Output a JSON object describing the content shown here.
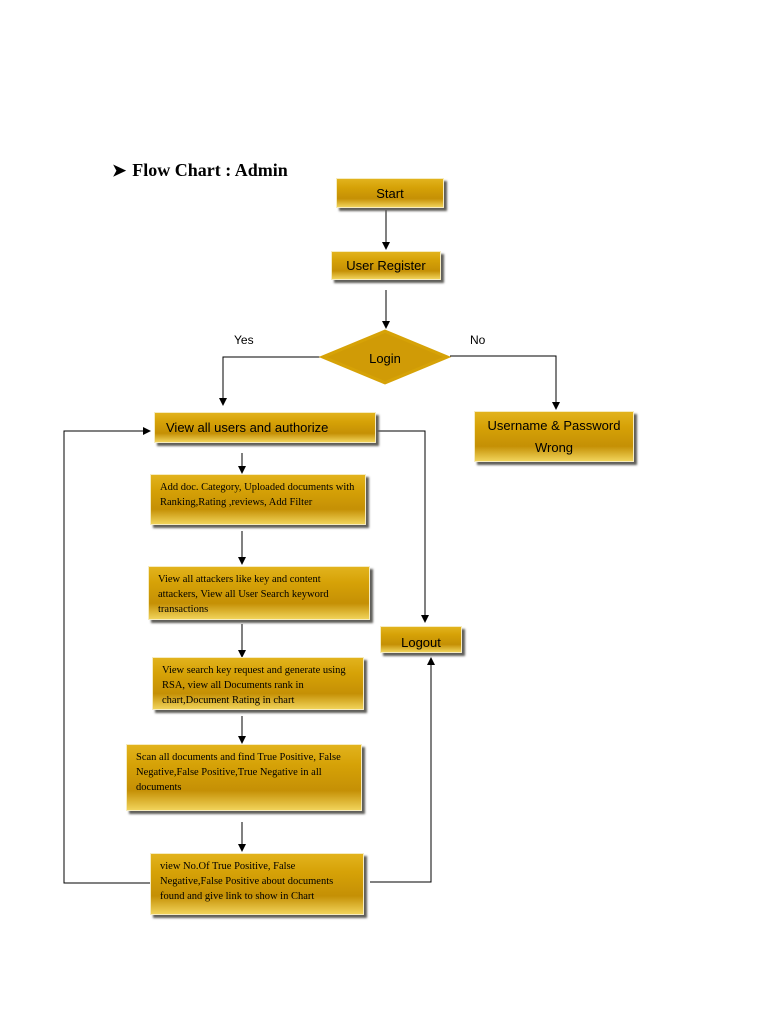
{
  "heading": {
    "bullet": "➤",
    "text": "Flow Chart  :  Admin"
  },
  "nodes": {
    "start": "Start",
    "user_register": "User Register",
    "login": "Login",
    "view_users": "View all users and authorize",
    "wrong": "Username & Password Wrong",
    "add_doc": "Add doc. Category, Uploaded documents with Ranking,Rating ,reviews, Add Filter",
    "view_attackers": "View all attackers like key and content attackers, View all User Search keyword transactions",
    "view_search": "View search key request and generate using RSA, view all Documents rank in chart,Document Rating in chart",
    "scan_docs": "Scan all documents and find True Positive, False Negative,False Positive,True Negative in all documents",
    "view_no_of": "view No.Of  True Positive, False Negative,False Positive about documents found and give link to show in Chart",
    "logout": "Logout"
  },
  "edge_labels": {
    "yes": "Yes",
    "no": "No"
  },
  "colors": {
    "box_fill": "#d6a207",
    "box_highlight": "#f1d35a",
    "line": "#000000"
  }
}
